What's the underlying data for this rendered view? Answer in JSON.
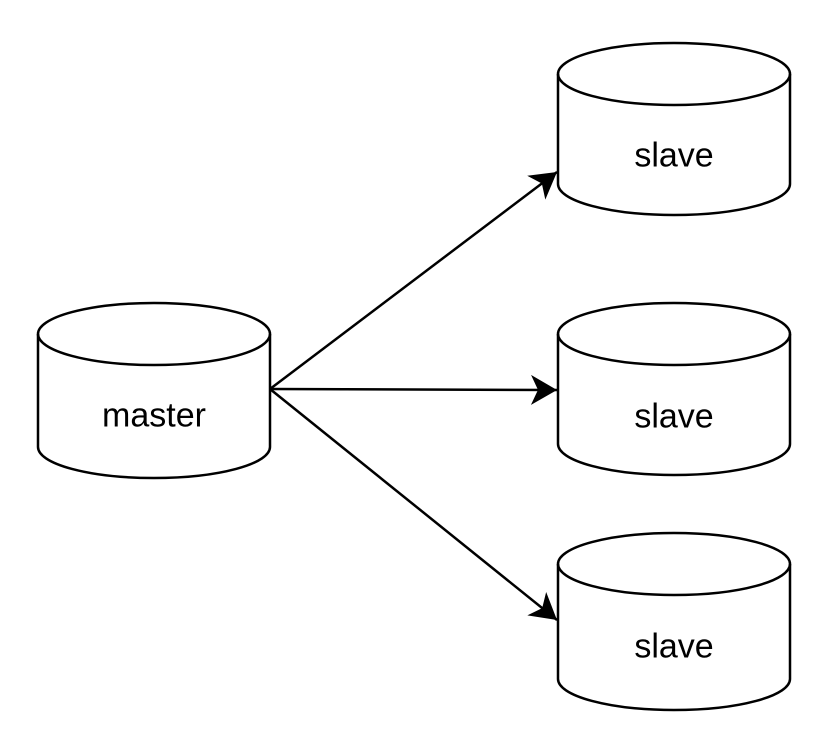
{
  "diagram": {
    "background_color": "#ffffff",
    "shape_fill_color": "#ffffff",
    "shape_stroke_color": "#000000",
    "text_color": "#000000",
    "nodes": [
      {
        "id": "master",
        "shape": "database-cylinder",
        "label": "master"
      },
      {
        "id": "slave-1",
        "shape": "database-cylinder",
        "label": "slave"
      },
      {
        "id": "slave-2",
        "shape": "database-cylinder",
        "label": "slave"
      },
      {
        "id": "slave-3",
        "shape": "database-cylinder",
        "label": "slave"
      }
    ],
    "edges": [
      {
        "from": "master",
        "to": "slave-1",
        "arrow": "filled-triangle"
      },
      {
        "from": "master",
        "to": "slave-2",
        "arrow": "filled-triangle"
      },
      {
        "from": "master",
        "to": "slave-3",
        "arrow": "filled-triangle"
      }
    ]
  }
}
